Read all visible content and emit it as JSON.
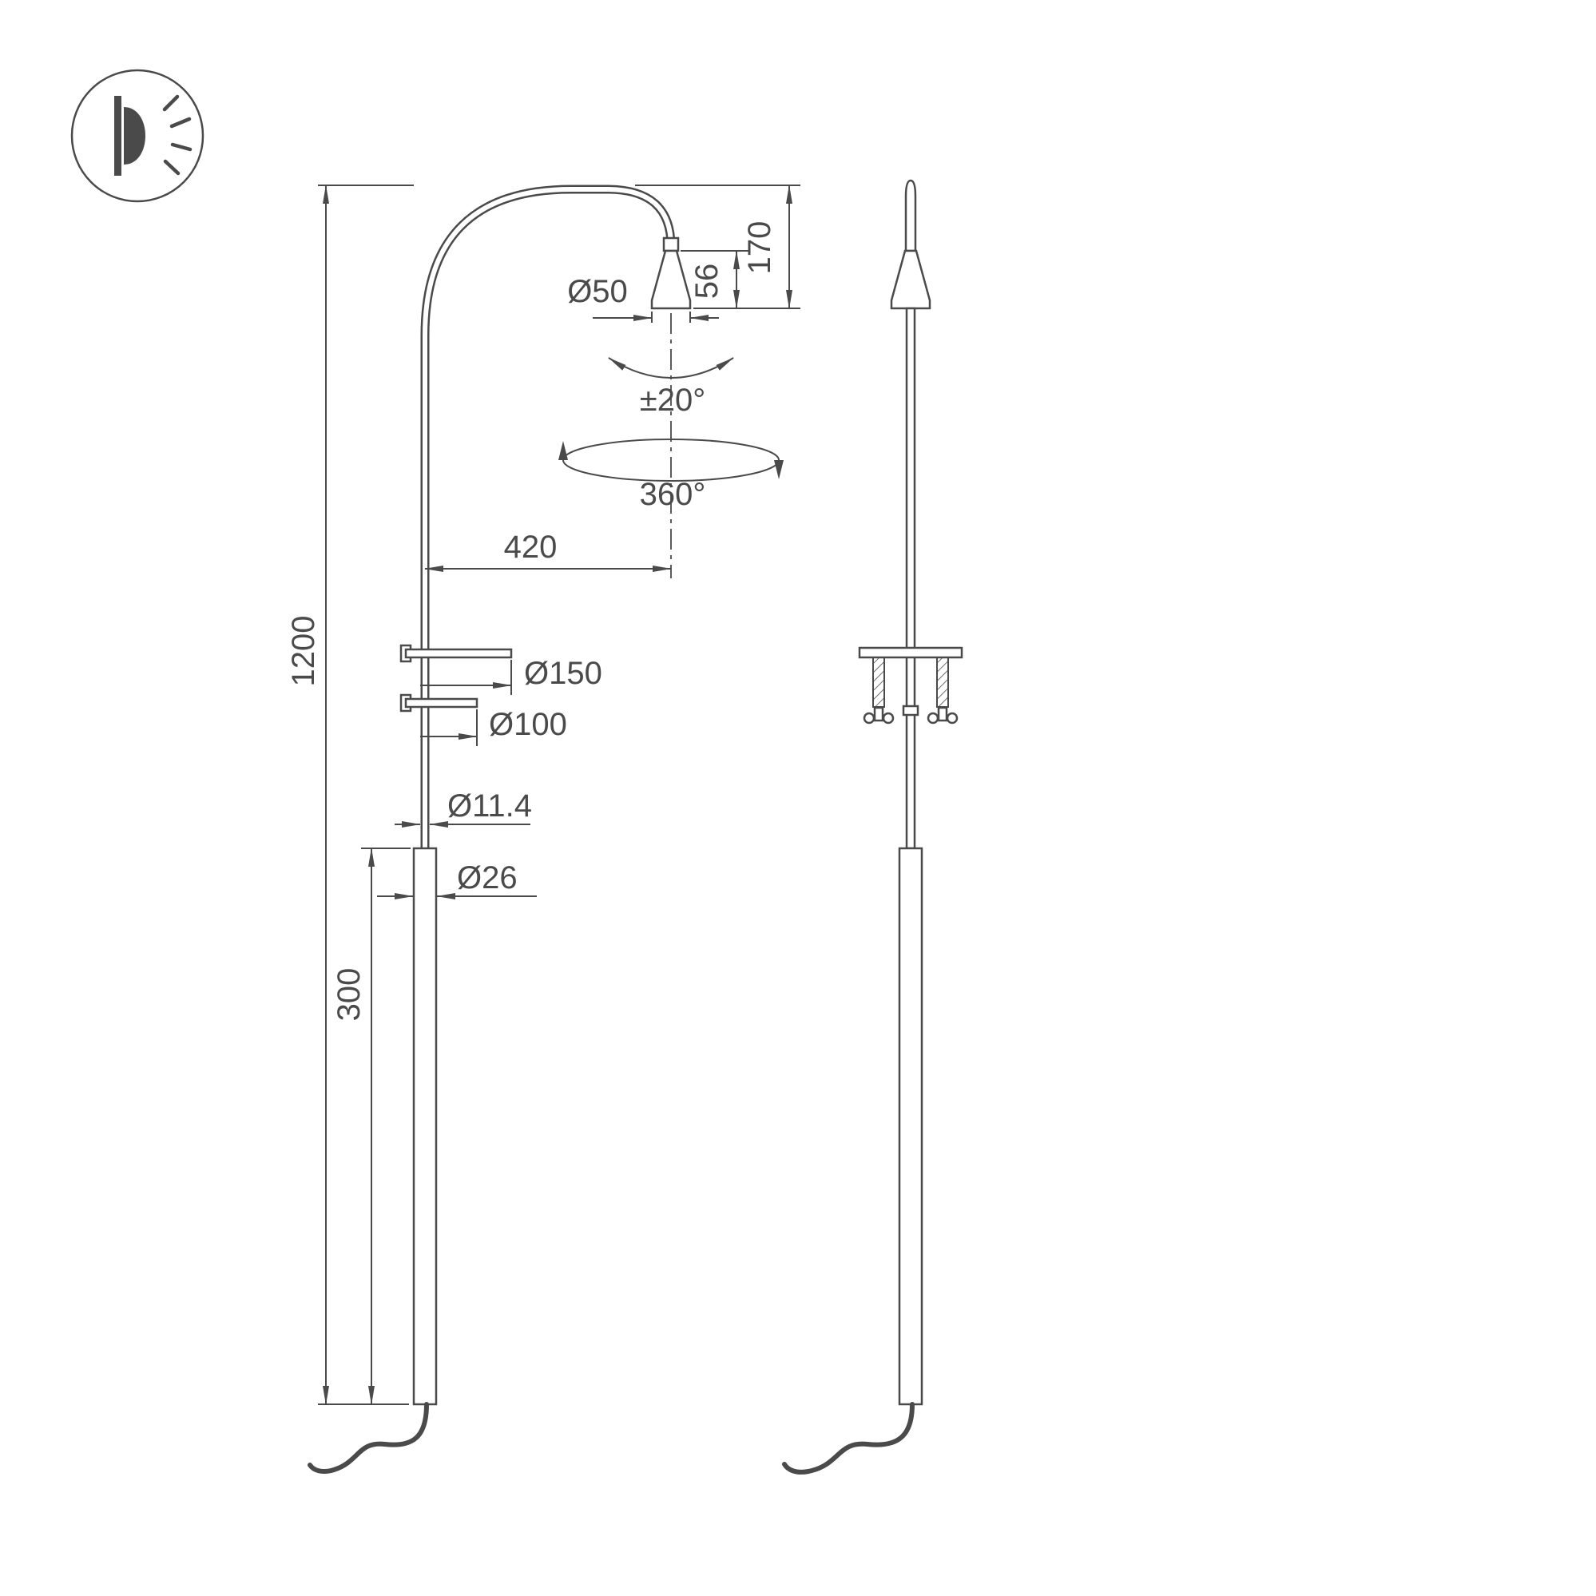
{
  "drawing": {
    "background": "#ffffff",
    "line_color": "#4a4a4a",
    "icon": "wall-light-icon",
    "labels": {
      "total_height": "1200",
      "arm_offset": "420",
      "head_to_arm_top": "170",
      "head_height": "56",
      "head_diameter": "Ø50",
      "tilt_range": "±20°",
      "rotation_range": "360°",
      "bracket_plate_diameter": "Ø150",
      "bracket_lower_diameter": "Ø100",
      "pole_diameter": "Ø11.4",
      "base_tube_diameter": "Ø26",
      "base_tube_height": "300"
    }
  }
}
